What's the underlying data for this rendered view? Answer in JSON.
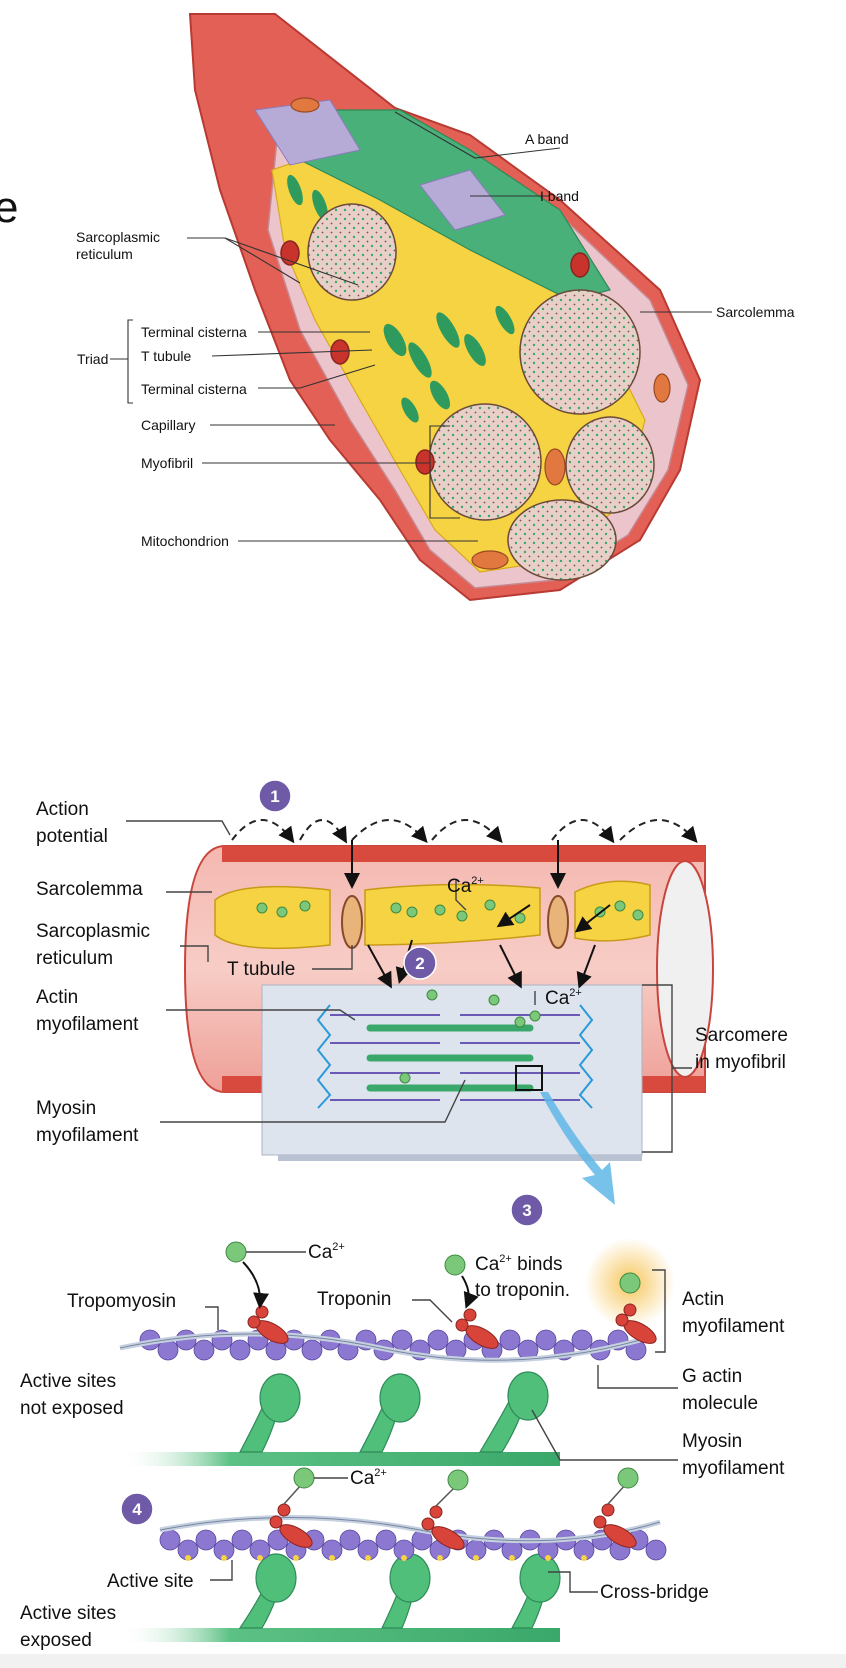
{
  "page_fragment": "e",
  "fiber_labels": {
    "a_band": "A band",
    "i_band": "I band",
    "sarcoplasmic_reticulum": "Sarcoplasmic\nreticulum",
    "sarcolemma": "Sarcolemma",
    "triad": "Triad",
    "terminal_cisterna_1": "Terminal cisterna",
    "t_tubule": "T tubule",
    "terminal_cisterna_2": "Terminal cisterna",
    "capillary": "Capillary",
    "myofibril": "Myofibril",
    "mitochondrion": "Mitochondrion"
  },
  "excitation_labels": {
    "action_potential": "Action\npotential",
    "sarcolemma": "Sarcolemma",
    "sarcoplasmic_reticulum": "Sarcoplasmic\nreticulum",
    "t_tubule": "T tubule",
    "actin_myofilament": "Actin\nmyofilament",
    "myosin_myofilament": "Myosin\nmyofilament",
    "sarcomere": "Sarcomere\nin myofibril",
    "ca_base": "Ca",
    "ca_charge": "2+"
  },
  "steps": [
    "1",
    "2",
    "3",
    "4"
  ],
  "filament_labels": {
    "tropomyosin": "Tropomyosin",
    "troponin": "Troponin",
    "ca_binds_rest": " binds\nto troponin.",
    "actin_myofilament": "Actin\nmyofilament",
    "g_actin": "G actin\nmolecule",
    "myosin_myofilament": "Myosin\nmyofilament",
    "active_sites_not_exposed": "Active sites\nnot exposed",
    "active_site": "Active site",
    "active_sites_exposed": "Active sites\nexposed",
    "cross_bridge": "Cross-bridge"
  },
  "colors": {
    "muscle_red": "#d84a3e",
    "muscle_pink": "#f2a4a0",
    "membrane_pink": "#ecc5cc",
    "sr_yellow": "#f5d342",
    "myofilament_green": "#3aa86a",
    "actin_purple": "#8c78d0",
    "myosin_green": "#4fbf7a",
    "calcium_green": "#7cc87a",
    "step_purple": "#6e5aa6",
    "arrow_blue": "#5fb7e8"
  }
}
